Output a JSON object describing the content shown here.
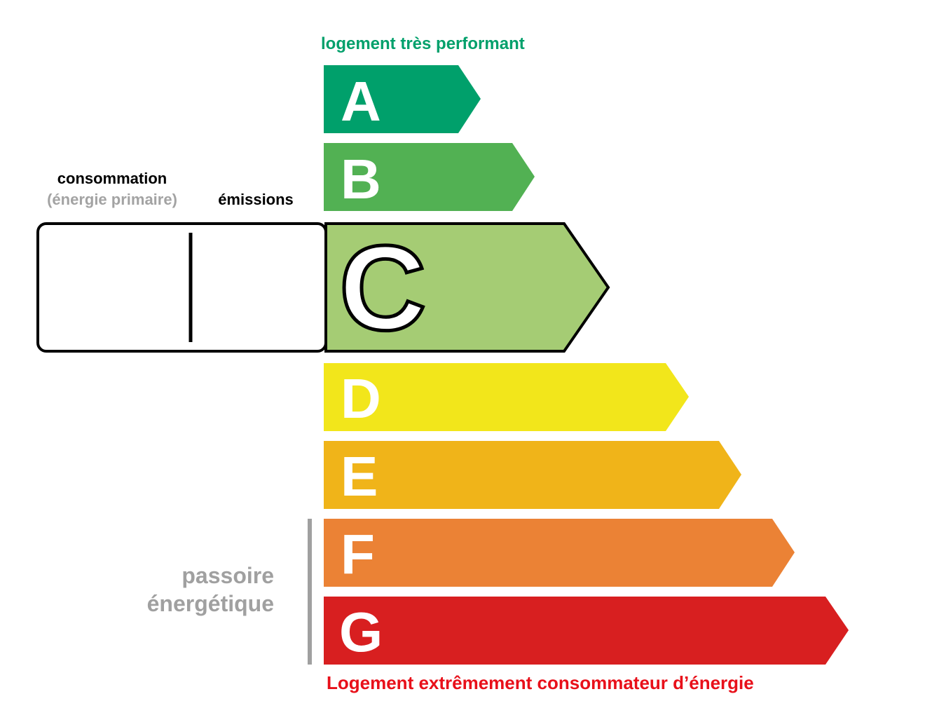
{
  "header": {
    "top_label": "logement très performant",
    "top_color": "#00a06b"
  },
  "left": {
    "consumption_label": "consommation",
    "consumption_sub": "(énergie primaire)",
    "emissions_label": "émissions"
  },
  "classes": [
    {
      "letter": "A",
      "color": "#00a06b"
    },
    {
      "letter": "B",
      "color": "#52b153"
    },
    {
      "letter": "C",
      "color": "#a5cc74",
      "selected": true
    },
    {
      "letter": "D",
      "color": "#f2e61b"
    },
    {
      "letter": "E",
      "color": "#f0b419"
    },
    {
      "letter": "F",
      "color": "#eb8235"
    },
    {
      "letter": "G",
      "color": "#d81f20"
    }
  ],
  "passoire": {
    "line1": "passoire",
    "line2": "énergétique"
  },
  "footer": {
    "bottom_label": "Logement extrêmement consommateur d’énergie",
    "bottom_color": "#e8101a"
  }
}
